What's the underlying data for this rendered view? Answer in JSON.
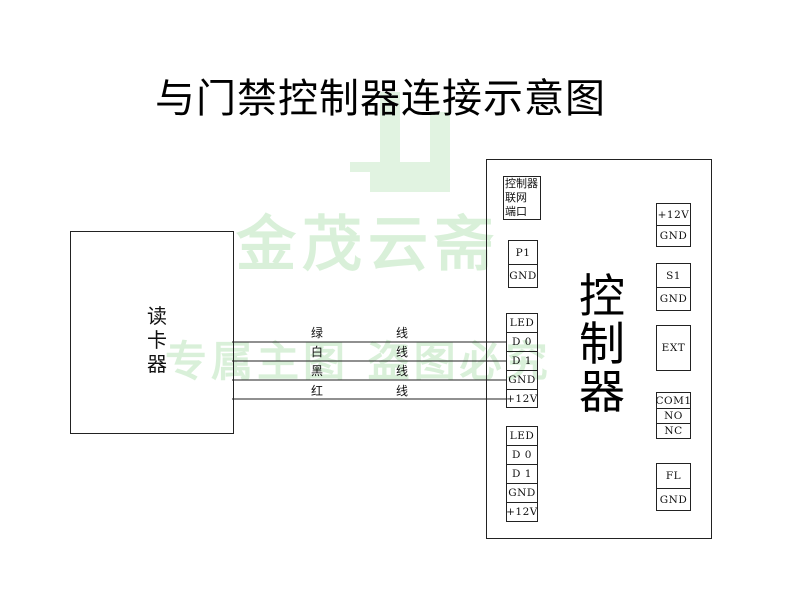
{
  "title": "与门禁控制器连接示意图",
  "reader": {
    "label_chars": [
      "读",
      "卡",
      "器"
    ]
  },
  "controller": {
    "big_chars": [
      "控",
      "制",
      "器"
    ],
    "network_port": {
      "lines": [
        "控制器",
        "联网",
        "端口"
      ]
    },
    "p1_block": [
      "P1",
      "GND"
    ],
    "reader_port_1": [
      "LED",
      "D 0",
      "D 1",
      "GND",
      "+12V"
    ],
    "reader_port_2": [
      "LED",
      "D 0",
      "D 1",
      "GND",
      "+12V"
    ],
    "right_blocks": [
      [
        "+12V",
        "GND"
      ],
      [
        "S1",
        "GND"
      ],
      [
        "EXT"
      ],
      [
        "COM1",
        "NO",
        "NC"
      ],
      [
        "FL",
        "GND"
      ]
    ]
  },
  "wires": [
    {
      "color_name": "绿",
      "suffix": "线"
    },
    {
      "color_name": "白",
      "suffix": "线"
    },
    {
      "color_name": "黑",
      "suffix": "线"
    },
    {
      "color_name": "红",
      "suffix": "线"
    }
  ],
  "watermark": {
    "line1": "金茂云斋",
    "line2": "专属主图 盗图必究"
  }
}
